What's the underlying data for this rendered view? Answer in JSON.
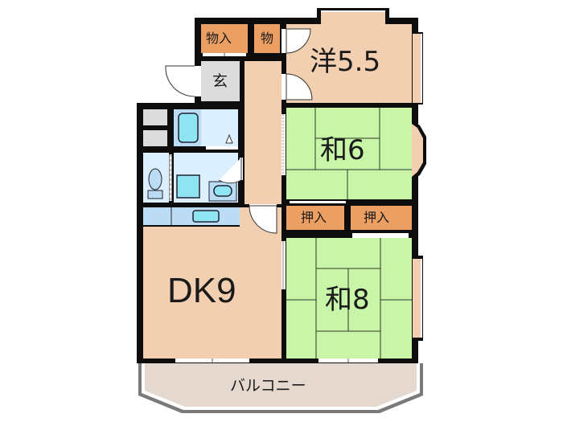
{
  "floor_plan": {
    "rooms": {
      "western_room": {
        "label": "洋5.5",
        "type": "western",
        "size_jo": 5.5
      },
      "japanese_room_6": {
        "label": "和6",
        "type": "japanese-tatami",
        "size_jo": 6
      },
      "japanese_room_8": {
        "label": "和8",
        "type": "japanese-tatami",
        "size_jo": 8
      },
      "dining_kitchen": {
        "label": "DK9",
        "type": "dining-kitchen",
        "size_jo": 9
      },
      "entrance": {
        "label": "玄",
        "type": "entrance"
      },
      "balcony": {
        "label": "バルコニー",
        "type": "balcony"
      }
    },
    "storage": {
      "closet_entrance": {
        "label": "物入"
      },
      "closet_small": {
        "label": "物"
      },
      "oshiire_left": {
        "label": "押入"
      },
      "oshiire_right": {
        "label": "押入"
      }
    },
    "fixtures": [
      "bathtub",
      "toilet",
      "washbasin",
      "washing-machine",
      "kitchen-sink"
    ],
    "colors": {
      "wall": "#0d0d0d",
      "western_floor": "#f2cfb0",
      "tatami": "#c8f5a8",
      "storage": "#ec9f63",
      "entrance": "#dcdcdc",
      "wet_area": "#dcefff",
      "fixture": "#8fe4f2",
      "balcony": "#e4d8cf"
    }
  }
}
